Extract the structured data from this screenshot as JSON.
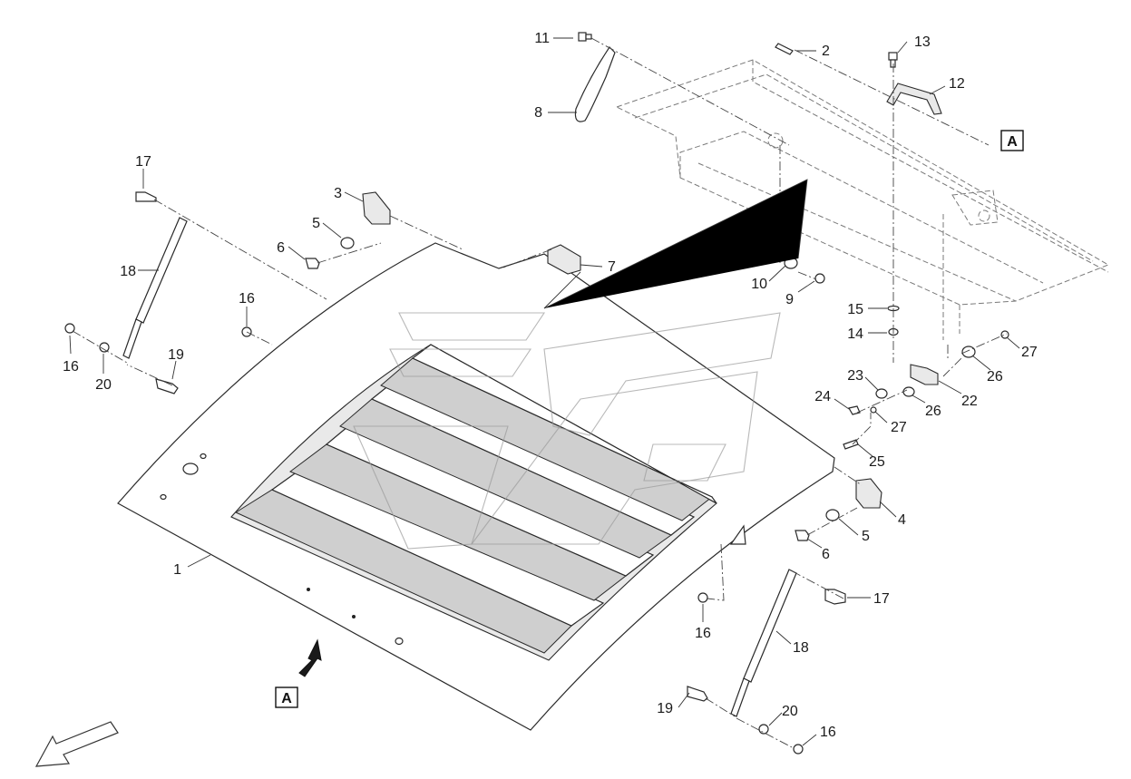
{
  "view_marker": "A",
  "callouts": [
    {
      "id": "c1",
      "text": "1"
    },
    {
      "id": "c2",
      "text": "2"
    },
    {
      "id": "c3",
      "text": "3"
    },
    {
      "id": "c4",
      "text": "4"
    },
    {
      "id": "c5a",
      "text": "5"
    },
    {
      "id": "c5b",
      "text": "5"
    },
    {
      "id": "c6a",
      "text": "6"
    },
    {
      "id": "c6b",
      "text": "6"
    },
    {
      "id": "c7",
      "text": "7"
    },
    {
      "id": "c8",
      "text": "8"
    },
    {
      "id": "c9",
      "text": "9"
    },
    {
      "id": "c10",
      "text": "10"
    },
    {
      "id": "c11",
      "text": "11"
    },
    {
      "id": "c12",
      "text": "12"
    },
    {
      "id": "c13",
      "text": "13"
    },
    {
      "id": "c14",
      "text": "14"
    },
    {
      "id": "c15",
      "text": "15"
    },
    {
      "id": "c16a",
      "text": "16"
    },
    {
      "id": "c16b",
      "text": "16"
    },
    {
      "id": "c16c",
      "text": "16"
    },
    {
      "id": "c16d",
      "text": "16"
    },
    {
      "id": "c17a",
      "text": "17"
    },
    {
      "id": "c17b",
      "text": "17"
    },
    {
      "id": "c18a",
      "text": "18"
    },
    {
      "id": "c18b",
      "text": "18"
    },
    {
      "id": "c19a",
      "text": "19"
    },
    {
      "id": "c19b",
      "text": "19"
    },
    {
      "id": "c20a",
      "text": "20"
    },
    {
      "id": "c20b",
      "text": "20"
    },
    {
      "id": "c22",
      "text": "22"
    },
    {
      "id": "c23",
      "text": "23"
    },
    {
      "id": "c24",
      "text": "24"
    },
    {
      "id": "c25",
      "text": "25"
    },
    {
      "id": "c26a",
      "text": "26"
    },
    {
      "id": "c26b",
      "text": "26"
    },
    {
      "id": "c27a",
      "text": "27"
    },
    {
      "id": "c27b",
      "text": "27"
    }
  ],
  "icons": {
    "front_arrow": "direction-arrow-icon",
    "view_arrow": "view-direction-arrow-icon"
  }
}
